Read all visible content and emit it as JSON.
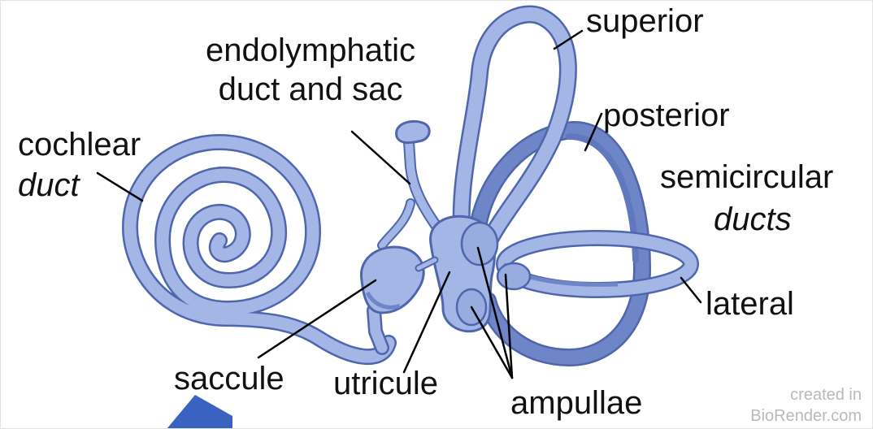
{
  "labels": {
    "superior": "superior",
    "endolymphatic_line1": "endolymphatic",
    "endolymphatic_line2": "duct and sac",
    "posterior": "posterior",
    "cochlear_line1": "cochlear",
    "cochlear_line2": "duct",
    "semicircular_line1": "semicircular",
    "semicircular_line2": "ducts",
    "lateral": "lateral",
    "saccule": "saccule",
    "utricule": "utricule",
    "ampullae": "ampullae"
  },
  "credit": {
    "line1": "created in",
    "line2": "BioRender.com"
  },
  "colors": {
    "duct_fill": "#a3b6e6",
    "duct_outline": "#4f66ad",
    "duct_shadow": "#6e85c7",
    "posterior_dark": "#5f78c0",
    "arrow_blue": "#3a63c1",
    "leader_line": "#000000",
    "credit_text": "#b9b9b9"
  }
}
